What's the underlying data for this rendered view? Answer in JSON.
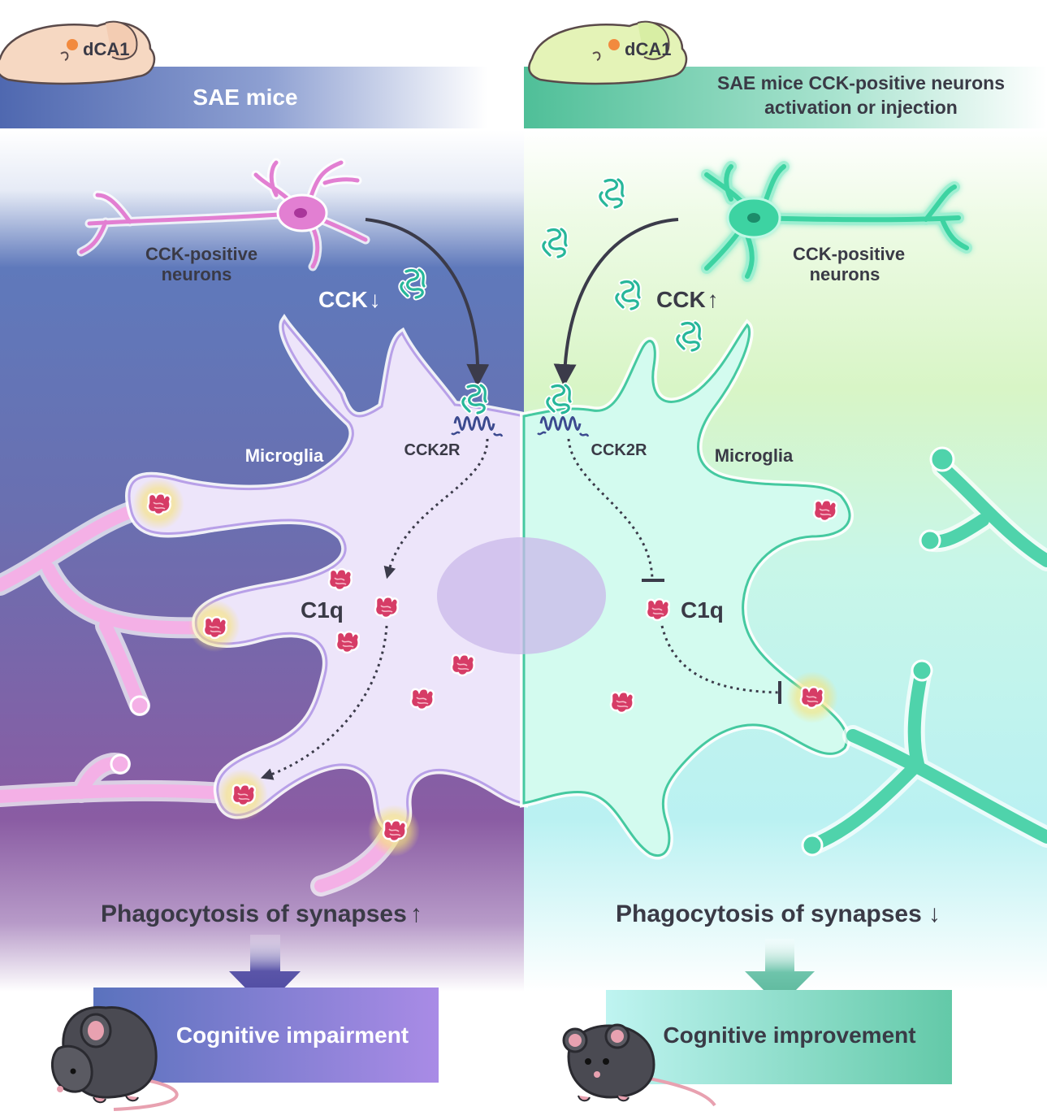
{
  "left": {
    "region": "dCA1",
    "header": "SAE mice",
    "neuron_label_1": "CCK-positive",
    "neuron_label_2": "neurons",
    "cck_label": "CCK",
    "cck_arrow": "↓",
    "microglia": "Microglia",
    "receptor": "CCK2R",
    "c1q": "C1q",
    "phago_text": "Phagocytosis of synapses",
    "phago_arrow": "↑",
    "outcome": "Cognitive impairment"
  },
  "right": {
    "region": "dCA1",
    "header_line1": "SAE mice CCK-positive neurons",
    "header_line2": "activation or injection",
    "neuron_label_1": "CCK-positive",
    "neuron_label_2": "neurons",
    "cck_label": "CCK",
    "cck_arrow": "↑",
    "microglia": "Microglia",
    "receptor": "CCK2R",
    "c1q": "C1q",
    "phago_text": "Phagocytosis of synapses",
    "phago_arrow": "↓",
    "outcome": "Cognitive improvement"
  },
  "colors": {
    "left_blue": "#5a74b8",
    "left_purple": "#8a5aa0",
    "right_green": "#5cc9a6",
    "right_cyan": "#b9f2f0",
    "neuron_pink": "#e27fd2",
    "neuron_green": "#3ed3a2",
    "c1q_red": "#d93b63",
    "dark_text": "#3a3a46"
  },
  "icons": [
    "brain-icon",
    "neuron-icon",
    "cck-peptide-icon",
    "receptor-icon",
    "c1q-protein-icon",
    "mouse-icon"
  ]
}
